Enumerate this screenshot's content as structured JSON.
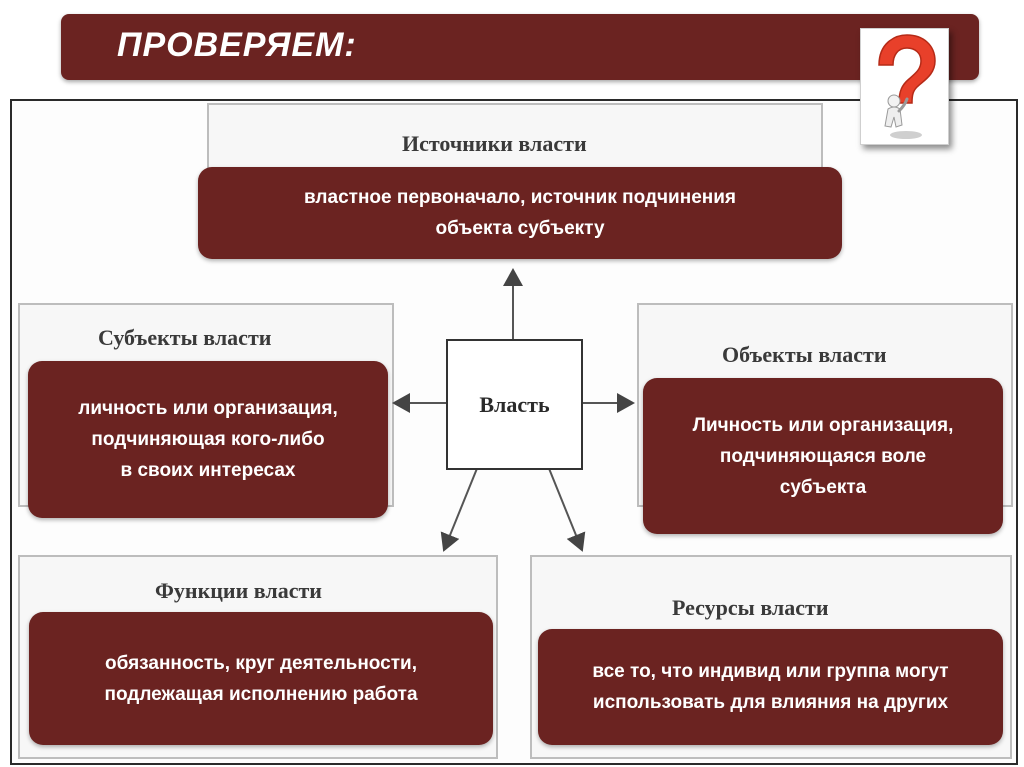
{
  "header": {
    "title": "ПРОВЕРЯЕМ:"
  },
  "diagram": {
    "center": "Власть",
    "nodes": [
      {
        "id": "sources",
        "label": "Источники власти",
        "definition": "властное первоначало, источник подчинения\nобъекта субъекту"
      },
      {
        "id": "subjects",
        "label": "Субъекты власти",
        "definition": "личность или организация,\nподчиняющая кого-либо\nв своих интересах"
      },
      {
        "id": "objects",
        "label": "Объекты власти",
        "definition": "Личность или организация,\nподчиняющаяся воле\nсубъекта"
      },
      {
        "id": "functions",
        "label": "Функции власти",
        "definition": "обязанность, круг деятельности,\nподлежащая исполнению работа"
      },
      {
        "id": "resources",
        "label": "Ресурсы власти",
        "definition": "все то, что индивид или группа могут\nиспользовать для влияния на других"
      }
    ]
  },
  "colors": {
    "accent": "#6b2321",
    "question_mark": "#e8402a"
  },
  "icons": {
    "decor": "question-mark-figure-icon"
  }
}
